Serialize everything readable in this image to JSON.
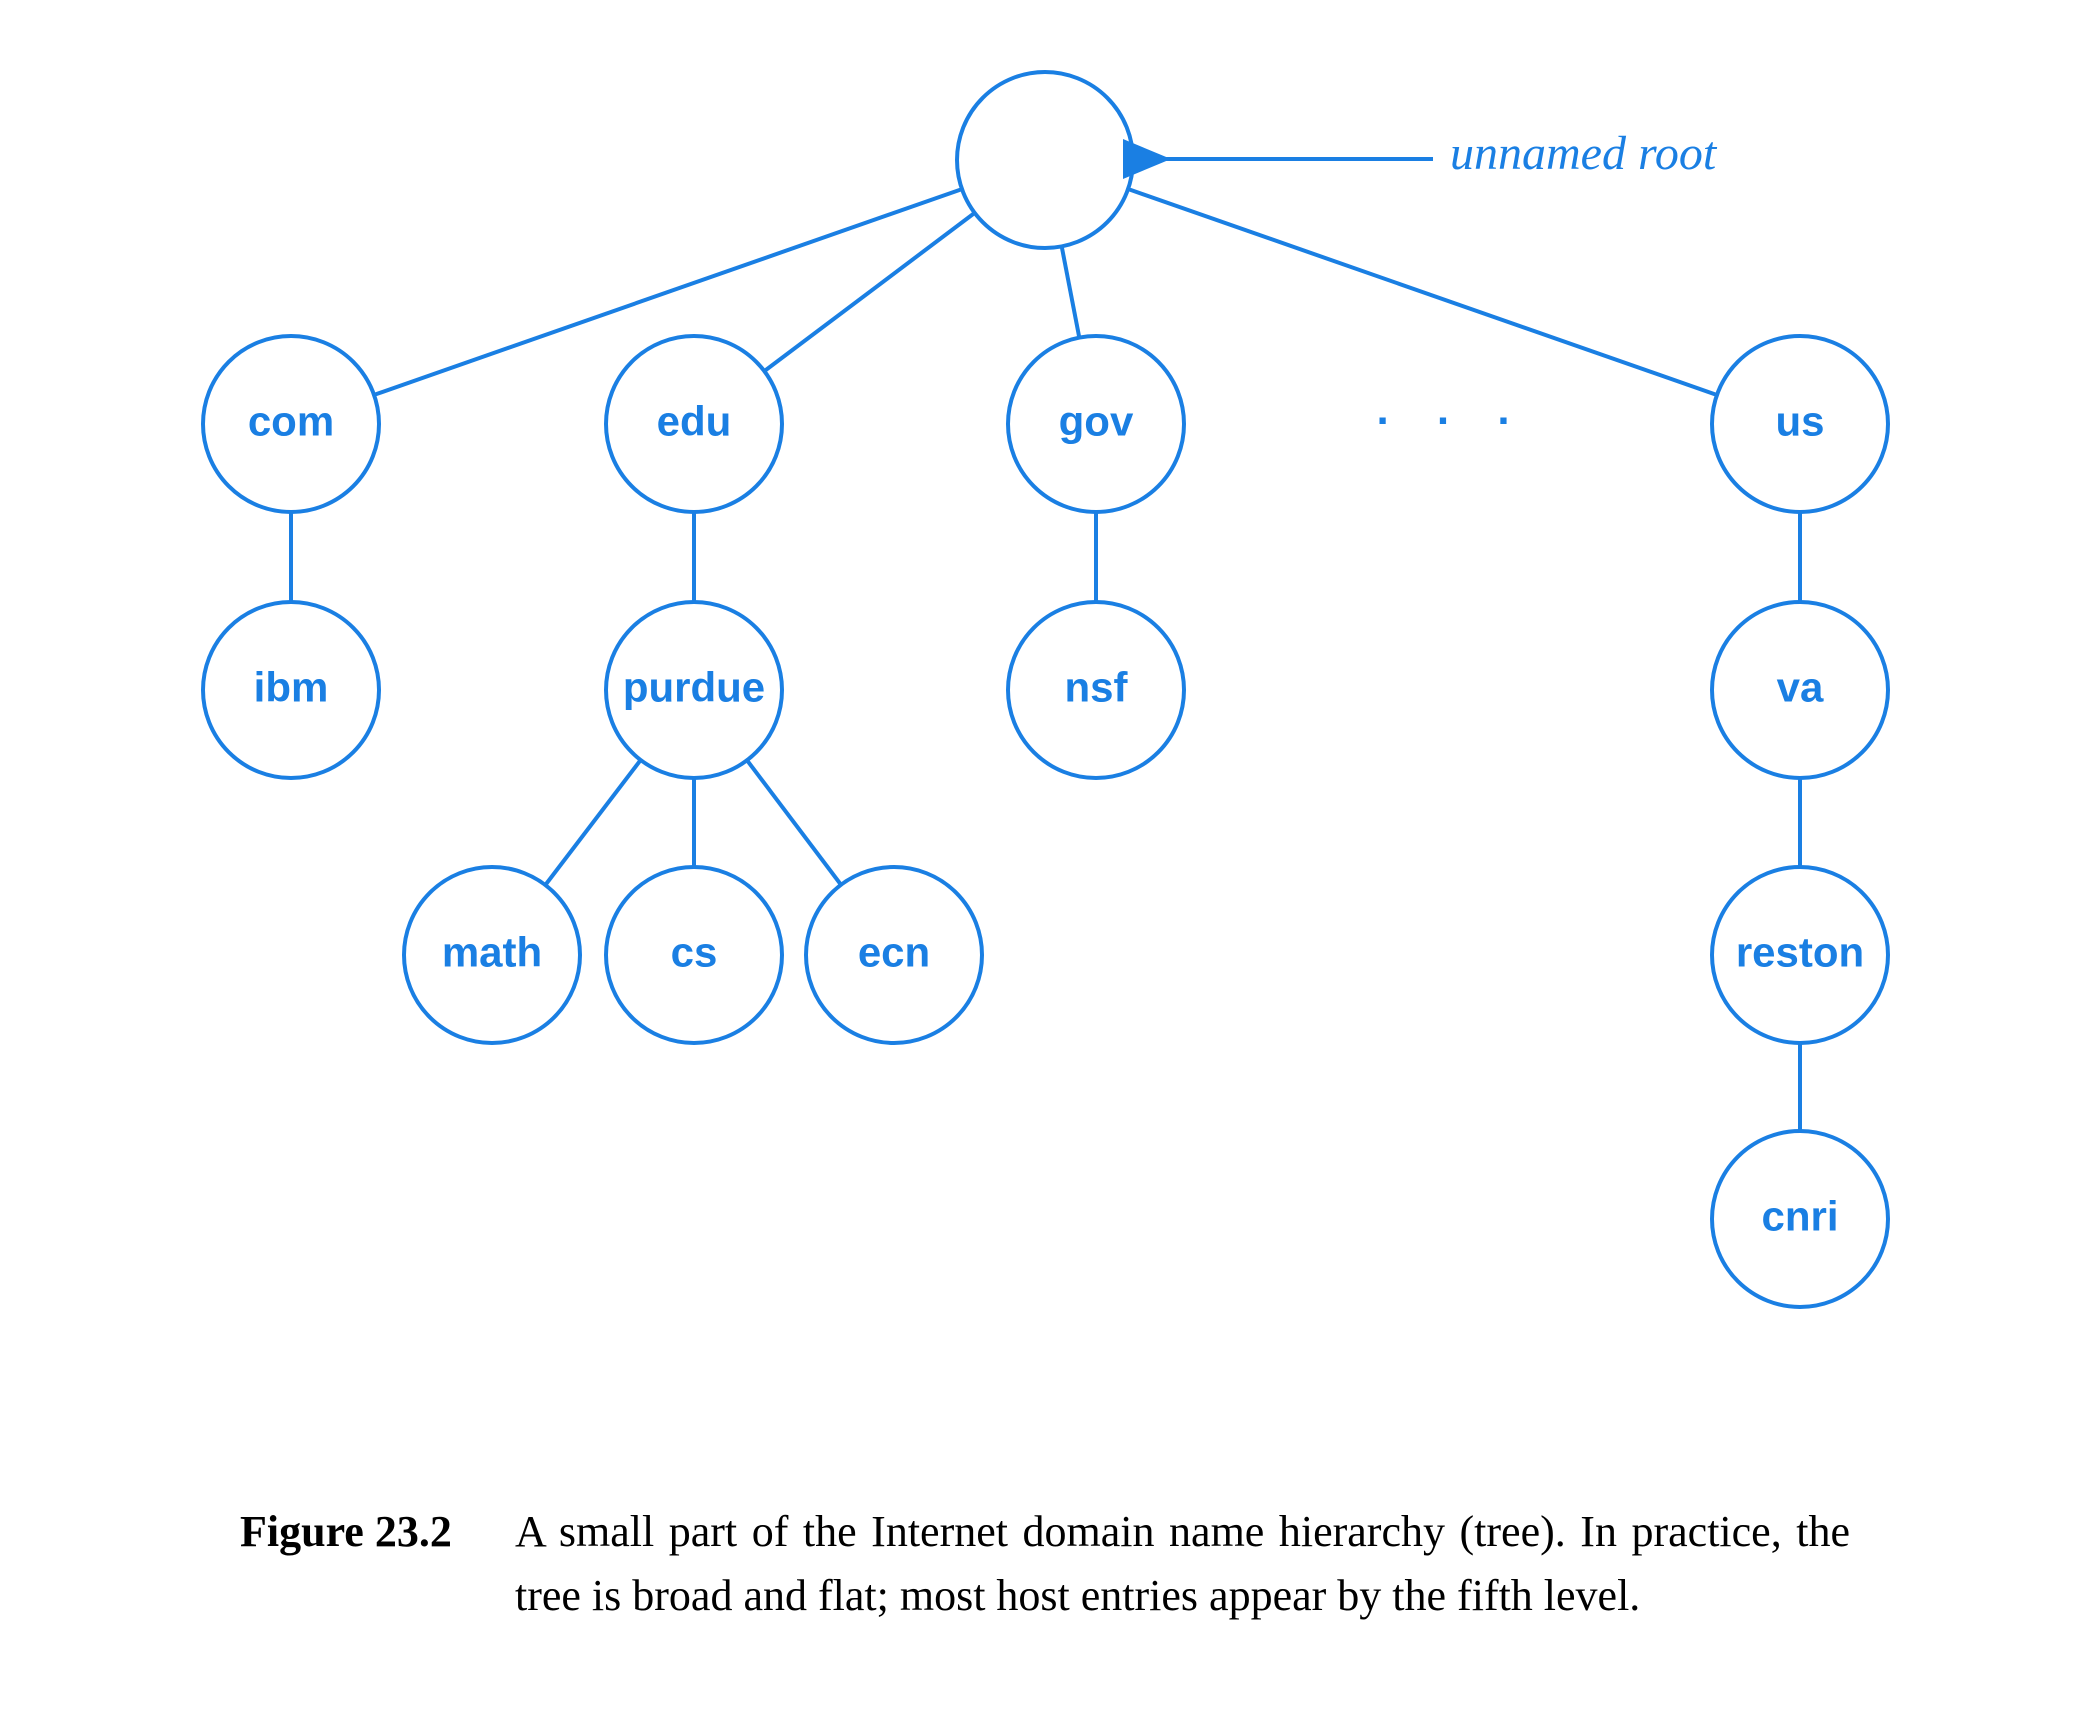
{
  "diagram": {
    "accent_color": "#1a7fe3",
    "root_annotation": "unnamed root",
    "ellipsis": ". . .",
    "nodes": [
      {
        "id": "root",
        "label": ""
      },
      {
        "id": "com",
        "label": "com"
      },
      {
        "id": "edu",
        "label": "edu"
      },
      {
        "id": "gov",
        "label": "gov"
      },
      {
        "id": "us",
        "label": "us"
      },
      {
        "id": "ibm",
        "label": "ibm"
      },
      {
        "id": "purdue",
        "label": "purdue"
      },
      {
        "id": "nsf",
        "label": "nsf"
      },
      {
        "id": "va",
        "label": "va"
      },
      {
        "id": "math",
        "label": "math"
      },
      {
        "id": "cs",
        "label": "cs"
      },
      {
        "id": "ecn",
        "label": "ecn"
      },
      {
        "id": "reston",
        "label": "reston"
      },
      {
        "id": "cnri",
        "label": "cnri"
      }
    ],
    "edges": [
      [
        "root",
        "com"
      ],
      [
        "root",
        "edu"
      ],
      [
        "root",
        "gov"
      ],
      [
        "root",
        "us"
      ],
      [
        "com",
        "ibm"
      ],
      [
        "edu",
        "purdue"
      ],
      [
        "gov",
        "nsf"
      ],
      [
        "us",
        "va"
      ],
      [
        "purdue",
        "math"
      ],
      [
        "purdue",
        "cs"
      ],
      [
        "purdue",
        "ecn"
      ],
      [
        "va",
        "reston"
      ],
      [
        "reston",
        "cnri"
      ]
    ]
  },
  "caption": {
    "label": "Figure 23.2",
    "text": "A small part of the Internet domain name hierarchy (tree). In practice, the tree is broad and flat; most host entries appear by the fifth level."
  }
}
